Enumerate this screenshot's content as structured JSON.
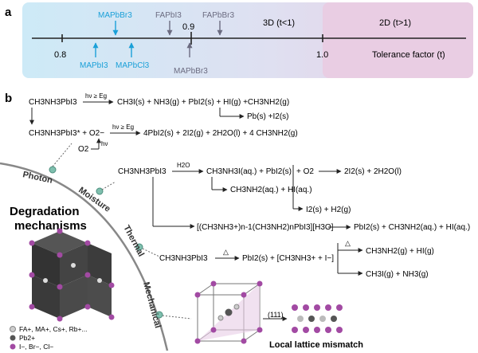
{
  "panel_a": {
    "label": "a",
    "ticks": [
      "0.8",
      "0.9",
      "1.0"
    ],
    "axis_label": "Tolerance factor (t)",
    "region_3d": "3D  (t<1)",
    "region_2d": "2D  (t>1)",
    "compounds_top": [
      "MAPbBr3",
      "FAPbI3",
      "FAPbBr3"
    ],
    "compounds_bottom": [
      "MAPbI3",
      "MAPbCl3",
      "MAPbBr3"
    ],
    "colors": {
      "blue": "#1aa0d8",
      "gray": "#6b6b80",
      "pink": "#e6c6dc",
      "light_blue": "#cfeaf6"
    }
  },
  "panel_b": {
    "label": "b",
    "arc_labels": [
      "Photon",
      "Moisture",
      "Thermal",
      "Mechanical"
    ],
    "title_line1": "Degradation",
    "title_line2": "mechanisms",
    "legend": [
      "FA+, MA+, Cs+, Rb+...",
      "Pb2+",
      "I−, Br−, Cl−"
    ],
    "photon": {
      "eq1_left": "CH3NH3PbI3",
      "eq1_cond": "hν ≥ Eg",
      "eq1_right": "CH3I(s) + NH3(g) + PbI2(s) + HI(g) +CH3NH2(g)",
      "eq1_sub": "Pb(s) +I2(s)",
      "eq2_left": "CH3NH3PbI3* + O2−",
      "eq2_cond": "hν ≥ Eg",
      "eq2_right": "4PbI2(s) + 2I2(g) + 2H2O(l) + 4 CH3NH2(g)",
      "o2": "O2",
      "hv": "hν"
    },
    "moisture": {
      "left": "CH3NH3PbI3",
      "cond": "H2O",
      "r1": "CH3NH3I(aq.) + PbI2(s)",
      "r2": "CH3NH2(aq.) + HI(aq.)",
      "o2": "+ O2",
      "r3": "2I2(s) + 2H2O(l)",
      "r4": "I2(s) + H2(g)",
      "hydrate": "[(CH3NH3+)n-1(CH3NH2)nPbI3][H3O]",
      "hydrate_right": "PbI2(s) + CH3NH2(aq.) + HI(aq.)"
    },
    "thermal": {
      "left": "CH3NH3PbI3",
      "cond": "△",
      "mid": "PbI2(s) + [CH3NH3+ + I−]",
      "r1": "CH3NH2(g) + HI(g)",
      "r2": "CH3I(g) + NH3(g)",
      "cond2": "△"
    },
    "mechanical": {
      "plane": "(111)",
      "caption": "Local lattice mismatch"
    }
  }
}
